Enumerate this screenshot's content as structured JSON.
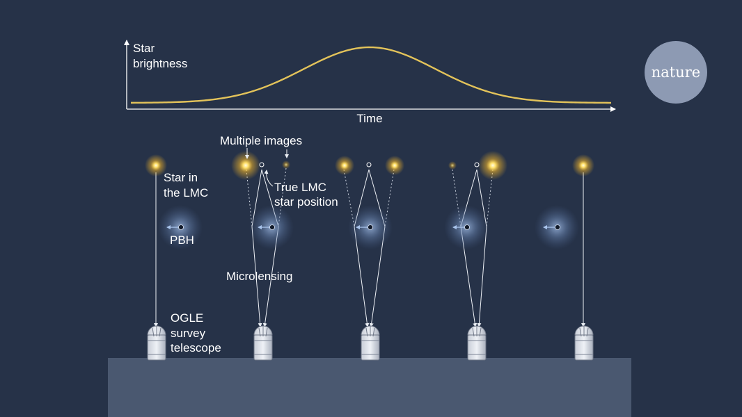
{
  "graph": {
    "y_label_line1": "Star",
    "y_label_line2": "brightness",
    "x_label": "Time",
    "curve_color": "#e3c35a"
  },
  "labels": {
    "star_line1": "Star in",
    "star_line2": "the LMC",
    "pbh": "PBH",
    "multiple_images": "Multiple images",
    "true_pos_line1": "True LMC",
    "true_pos_line2": "star position",
    "microlensing": "Microlensing",
    "telescope_line1": "OGLE",
    "telescope_line2": "survey",
    "telescope_line3": "telescope"
  },
  "logo": {
    "text": "nature",
    "color": "#8d9ab3"
  },
  "colors": {
    "background": "#263248",
    "ground": "#4a5870",
    "star": "#ffd23a",
    "lens_glow": "#7f9bc8",
    "arrow": "#a9c4ec"
  },
  "stages": [
    {
      "phase": "before",
      "images": 1,
      "lensing": false
    },
    {
      "phase": "approach",
      "images": 2,
      "lensing": true
    },
    {
      "phase": "peak",
      "images": 2,
      "lensing": true
    },
    {
      "phase": "recede",
      "images": 2,
      "lensing": true
    },
    {
      "phase": "after",
      "images": 1,
      "lensing": false
    }
  ]
}
